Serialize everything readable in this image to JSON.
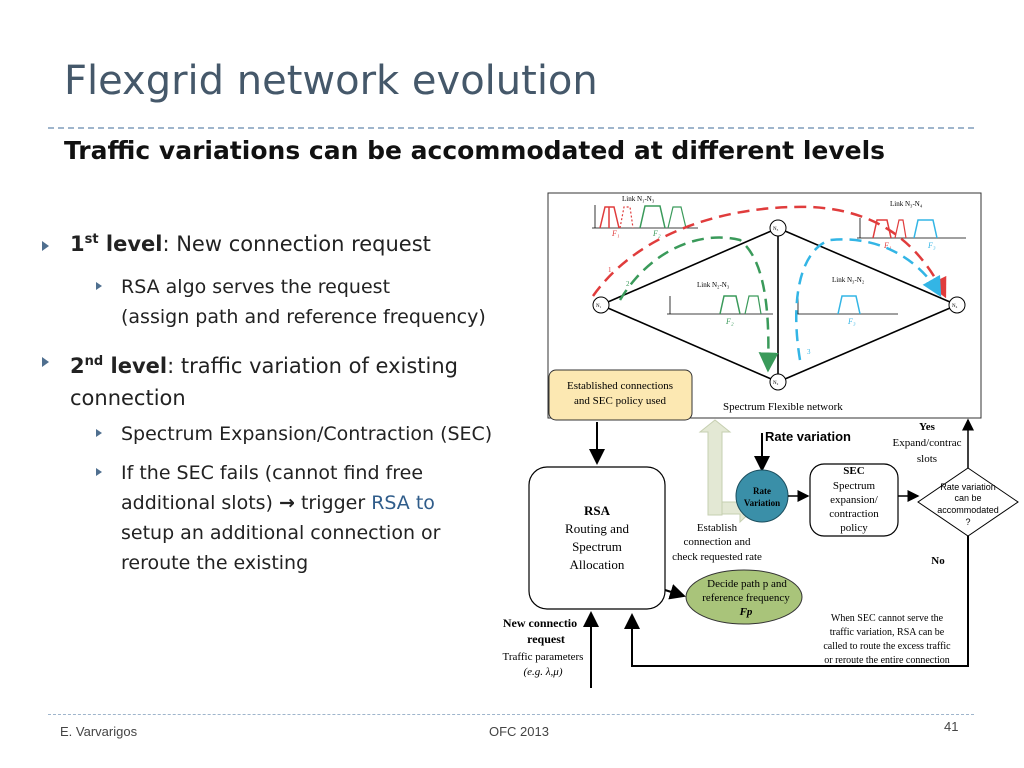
{
  "slide": {
    "title": "Flexgrid network evolution",
    "subtitle": "Traffic variations can be accommodated at different levels",
    "bullets": {
      "b1_strong": "1",
      "b1_sup": "st",
      "b1_level": " level",
      "b1_rest": ": New connection request",
      "b1_sub1_line1": "RSA algo serves the request",
      "b1_sub1_line2": "(assign path and reference frequency)",
      "b2_strong": "2",
      "b2_sup": "nd",
      "b2_level": " level",
      "b2_rest": ": traffic variation of existing",
      "b2_rest2": "connection",
      "b2_sub1": "Spectrum Expansion/Contraction (SEC)",
      "b2_sub2_line1": "If the SEC fails (cannot find free",
      "b2_sub2_line2a": "additional slots) ",
      "b2_sub2_arrow": "→",
      "b2_sub2_line2b": " trigger ",
      "b2_sub2_line2c": "RSA to",
      "b2_sub2_line3": "setup an additional connection or",
      "b2_sub2_line4": "reroute the existing"
    },
    "footer": {
      "author": "E. Varvarigos",
      "venue": "OFC 2013",
      "page": "41"
    }
  },
  "diagram": {
    "network": {
      "link_n1_n3": "Link N₁-N₃",
      "link_n3_n4": "Link N₃-N₄",
      "link_n2_n3": "Link N₂-N₃",
      "link_n3_n2b": "Link N₃-N₂",
      "f1": "F₁",
      "f2": "F₂",
      "f3": "F₃",
      "path1": "1",
      "path2": "2",
      "path3": "3",
      "n1": "N₁",
      "n2": "N₂",
      "n3": "N₃",
      "n4": "N₄",
      "caption": "Spectrum Flexible network"
    },
    "established_line1": "Established connections",
    "established_line2": "and SEC policy used",
    "rate_variation_label": "Rate variation",
    "rate_variation_node": [
      "Rate",
      "Variation"
    ],
    "rsa_box": [
      "RSA",
      "Routing and",
      "Spectrum",
      "Allocation"
    ],
    "sec_box": [
      "SEC",
      "Spectrum",
      "expansion/",
      "contraction",
      "policy"
    ],
    "decision": [
      "Rate variation",
      "can be",
      "accommodated",
      "?"
    ],
    "yes": "Yes",
    "yes_note": [
      "Expand/contrac",
      "slots"
    ],
    "no": "No",
    "establish_note": [
      "Establish",
      "connection and",
      "check requested rate"
    ],
    "decide_ellipse": [
      "Decide path p and",
      "reference frequency",
      "Fp"
    ],
    "new_conn": [
      "New connectio",
      "request"
    ],
    "traffic_params": [
      "Traffic parameters",
      "(e.g. λ,μ)"
    ],
    "sec_fail_note": [
      "When SEC cannot serve the",
      "traffic variation, RSA can be",
      "called to route the excess traffic",
      "or reroute the entire connection"
    ]
  }
}
